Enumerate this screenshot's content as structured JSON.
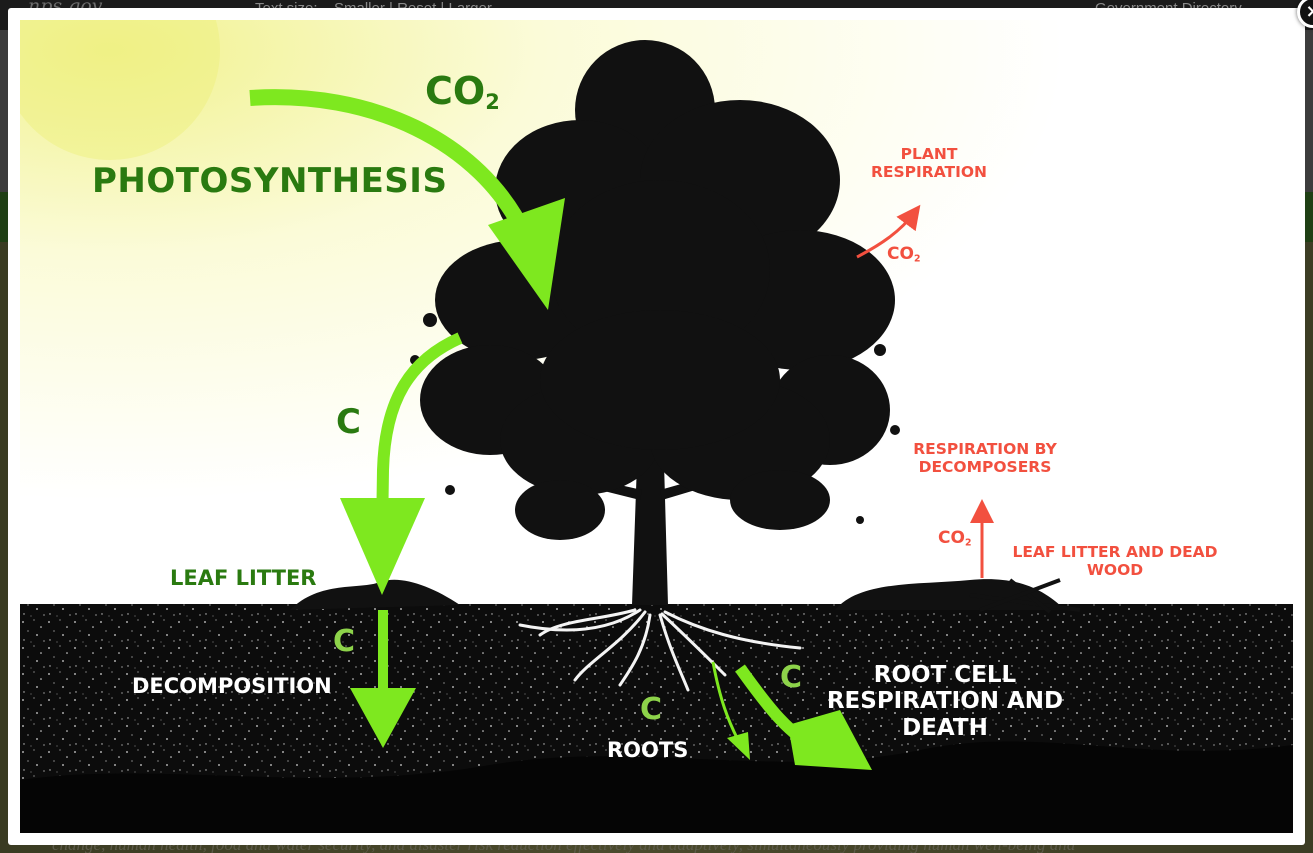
{
  "page": {
    "site_name": "nps.gov",
    "text_size_label": "Text size:",
    "text_size_options": "Smaller | Reset | Larger",
    "directory_link": "Government Directory",
    "caption_fragment": "change, human health, food and water security, and disaster risk reduction effectively and adaptively, simultaneously providing human well-being and"
  },
  "lightbox": {
    "close_label": "×"
  },
  "diagram": {
    "photosynthesis": "PHOTOSYNTHESIS",
    "co2_main": "CO",
    "co2_sub": "2",
    "c_leaf": "C",
    "leaf_litter": "LEAF LITTER",
    "c_decomp": "C",
    "decomposition": "DECOMPOSITION",
    "c_roots": "C",
    "roots": "ROOTS",
    "c_root_cell": "C",
    "root_cell_line1": "ROOT CELL",
    "root_cell_line2": "RESPIRATION AND",
    "root_cell_line3": "DEATH",
    "plant_resp_line1": "PLANT",
    "plant_resp_line2": "RESPIRATION",
    "co2_plant": "CO",
    "co2_plant_sub": "2",
    "decomp_resp_line1": "RESPIRATION BY",
    "decomp_resp_line2": "DECOMPOSERS",
    "co2_decomp": "CO",
    "co2_decomp_sub": "2",
    "dead_wood_line1": "LEAF LITTER AND DEAD",
    "dead_wood_line2": "WOOD"
  },
  "colors": {
    "arrow_green": "#7ee81f",
    "label_green": "#2a7a10",
    "respiration_red": "#f2503f",
    "soil": "#0c0c0c",
    "sky_yellow": "#f7f6b4"
  }
}
